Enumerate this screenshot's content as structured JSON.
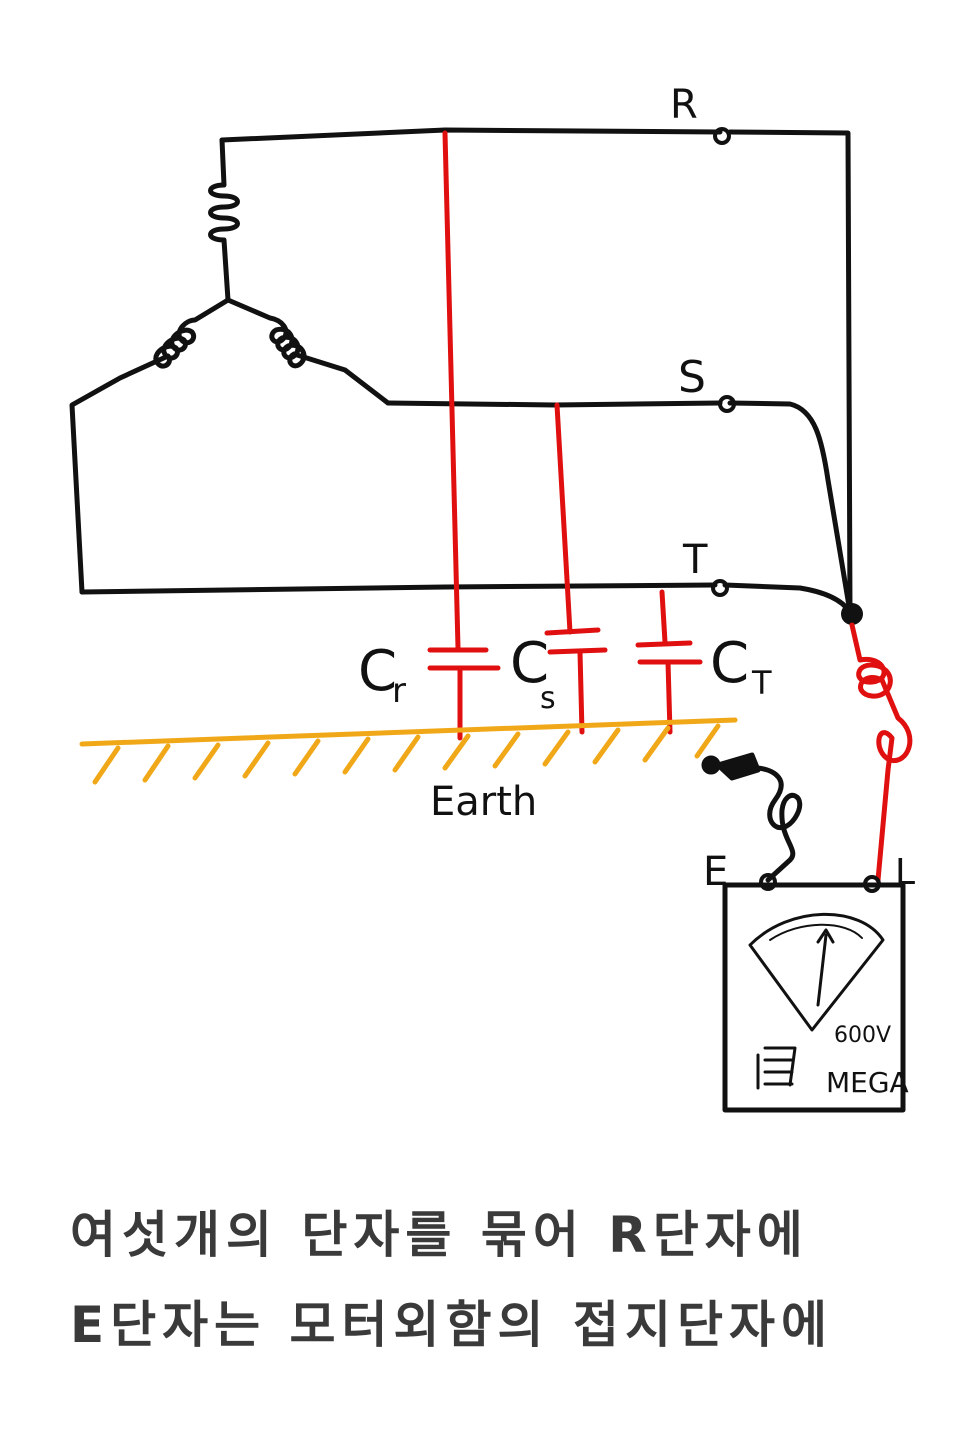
{
  "colors": {
    "ink": "#111111",
    "capacitor": "#e01010",
    "earth": "#f0a818",
    "caption": "#3a3a3a"
  },
  "terminals": {
    "r": "R",
    "s": "S",
    "t": "T"
  },
  "capacitors": {
    "cr": {
      "main": "C",
      "sub": "r"
    },
    "cs": {
      "main": "C",
      "sub": "s"
    },
    "ct": {
      "main": "C",
      "sub": "T"
    }
  },
  "earth_label": "Earth",
  "megger": {
    "e_label": "E",
    "l_label": "L",
    "voltage": "600V",
    "name": "MEGA"
  },
  "caption": {
    "line1": "여섯개의 단자를 묶어 R단자에",
    "line2": "E단자는 모터외함의 접지단자에"
  }
}
